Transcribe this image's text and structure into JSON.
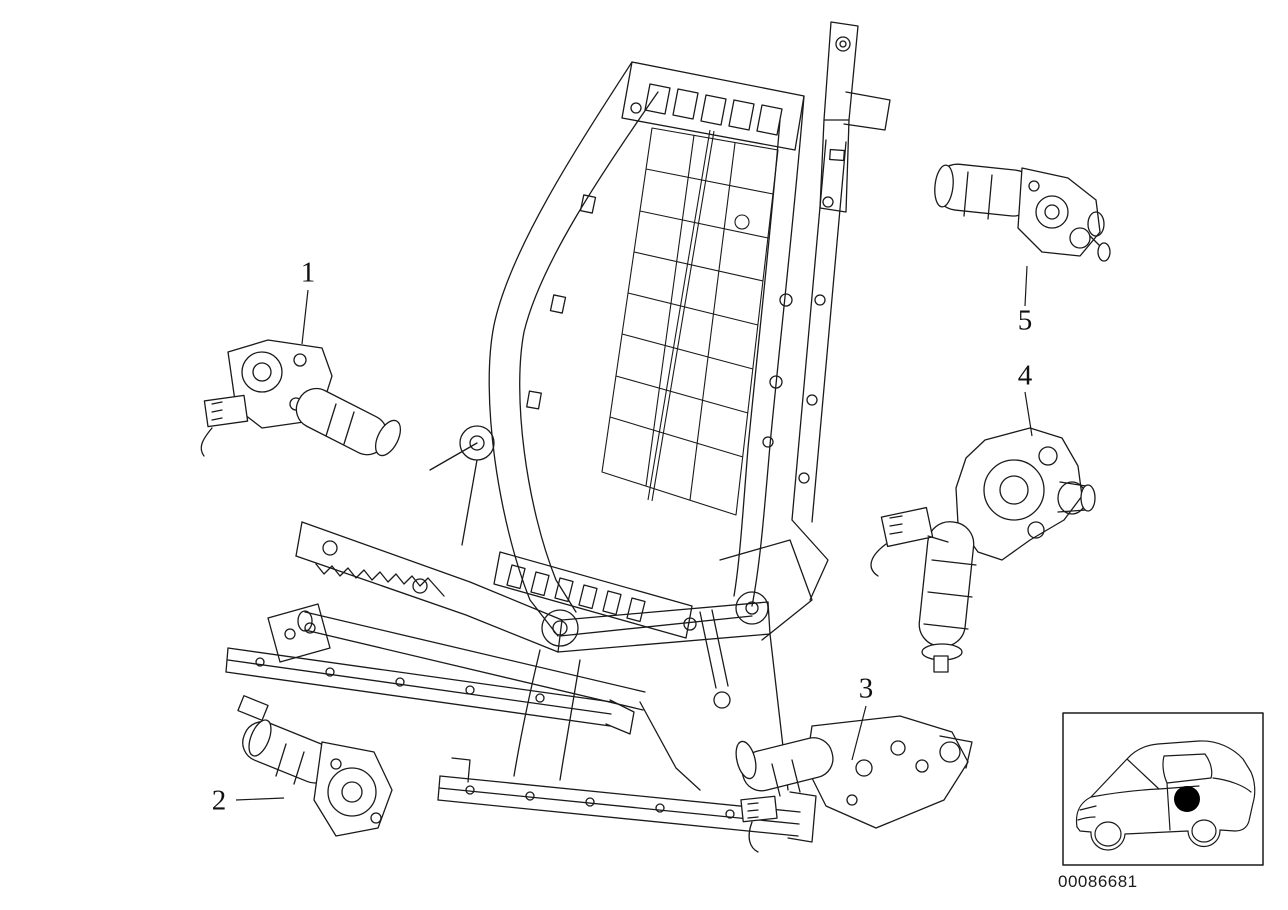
{
  "diagram": {
    "callouts": [
      {
        "label": "1",
        "target": "drive-motor-1"
      },
      {
        "label": "2",
        "target": "drive-motor-2"
      },
      {
        "label": "3",
        "target": "drive-motor-3"
      },
      {
        "label": "4",
        "target": "drive-motor-4"
      },
      {
        "label": "5",
        "target": "drive-motor-5"
      }
    ],
    "footer_code": "00086681",
    "colors": {
      "line": "#1a1a1a",
      "background": "#ffffff",
      "marker_dot": "#000000"
    },
    "icons": {
      "car_thumbnail": "car-location-icon",
      "marker": "rear-seat-marker-dot"
    }
  }
}
